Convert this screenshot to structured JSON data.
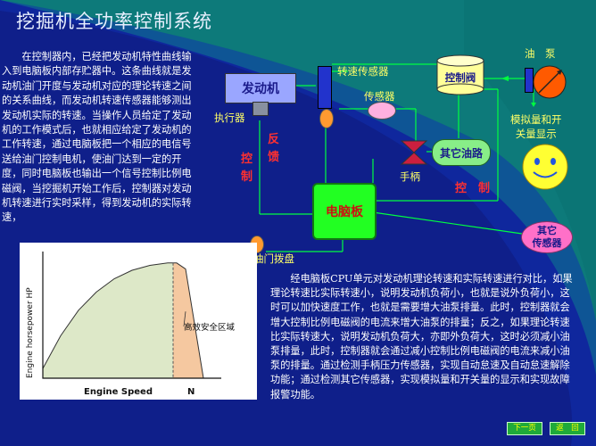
{
  "title": "挖掘机全功率控制系统",
  "left_paragraph": "在控制器内，已经把发动机特性曲线输入到电脑板内部存贮器中。这条曲线就是发动机油门开度与发动机对应的理论转速之间的关系曲线，而发动机转速传感器能够测出发动机实际的转速。当操作人员给定了发动机的工作模式后，也就相应给定了发动机的工作转速，通过电脑板把一个相应的电信号送给油门控制电机，使油门达到一定的开度，同时电脑板也输出一个信号控制比例电磁阀，当挖掘机开始工作后，控制器对发动机转速进行实时采样，得到发动机的实际转速，",
  "bottom_paragraph": "经电脑板CPU单元对发动机理论转速和实际转速进行对比，如果理论转速比实际转速小，说明发动机负荷小，也就是说外负荷小，这时可以加快速度工作，也就是需要增大油泵排量。此时，控制器就会增大控制比例电磁阀的电流来增大油泵的排量；反之，如果理论转速比实际转速大，说明发动机负荷大，亦即外负荷大，这时必须减小油泵排量，此时，控制器就会通过减小控制比例电磁阀的电流来减小油泵的排量。通过检测手柄压力传感器，实现自动怠速及自动怠速解除功能；通过检测其它传感器，实现模拟量和开关量的显示和实现故障报警功能。",
  "diagram": {
    "engine": "发动机",
    "actuator": "执行器",
    "speed_sensor": "转速传感器",
    "sensor": "传感器",
    "control_valve": "控制阀",
    "pump": "油　泵",
    "other_circuit": "其它油路",
    "handle": "手柄",
    "computer_board": "电脑板",
    "display": "模拟量和开\n关量显示",
    "other_sensors": "其它\n传感器",
    "throttle_dial": "油门拨盘",
    "control_v": "控\n\n制",
    "feedback_v": "反\n\n馈",
    "control_h": "控　制"
  },
  "chart_data": {
    "type": "area",
    "title": "",
    "xlabel": "Engine Speed",
    "ylabel": "Engine horsepower HP",
    "x_end_label": "N",
    "annotation": "高效安全区域",
    "grid": false,
    "x": [
      0,
      0.1,
      0.2,
      0.3,
      0.4,
      0.5,
      0.6,
      0.7,
      0.75,
      0.8,
      0.85,
      0.9
    ],
    "values": [
      0.08,
      0.35,
      0.56,
      0.71,
      0.82,
      0.89,
      0.93,
      0.95,
      0.95,
      0.9,
      0.45,
      0.0
    ],
    "safe_zone_from": 0.73,
    "colors": {
      "fill": "#dde8c8",
      "safe_fill": "#f5c8a0",
      "line": "#333333"
    }
  },
  "nav": {
    "next": "下一页",
    "back": "返　回"
  },
  "colors": {
    "background": "#0d7a7a",
    "line": "#00ff40",
    "label": "#ffff66",
    "accent": "#ff3030"
  }
}
